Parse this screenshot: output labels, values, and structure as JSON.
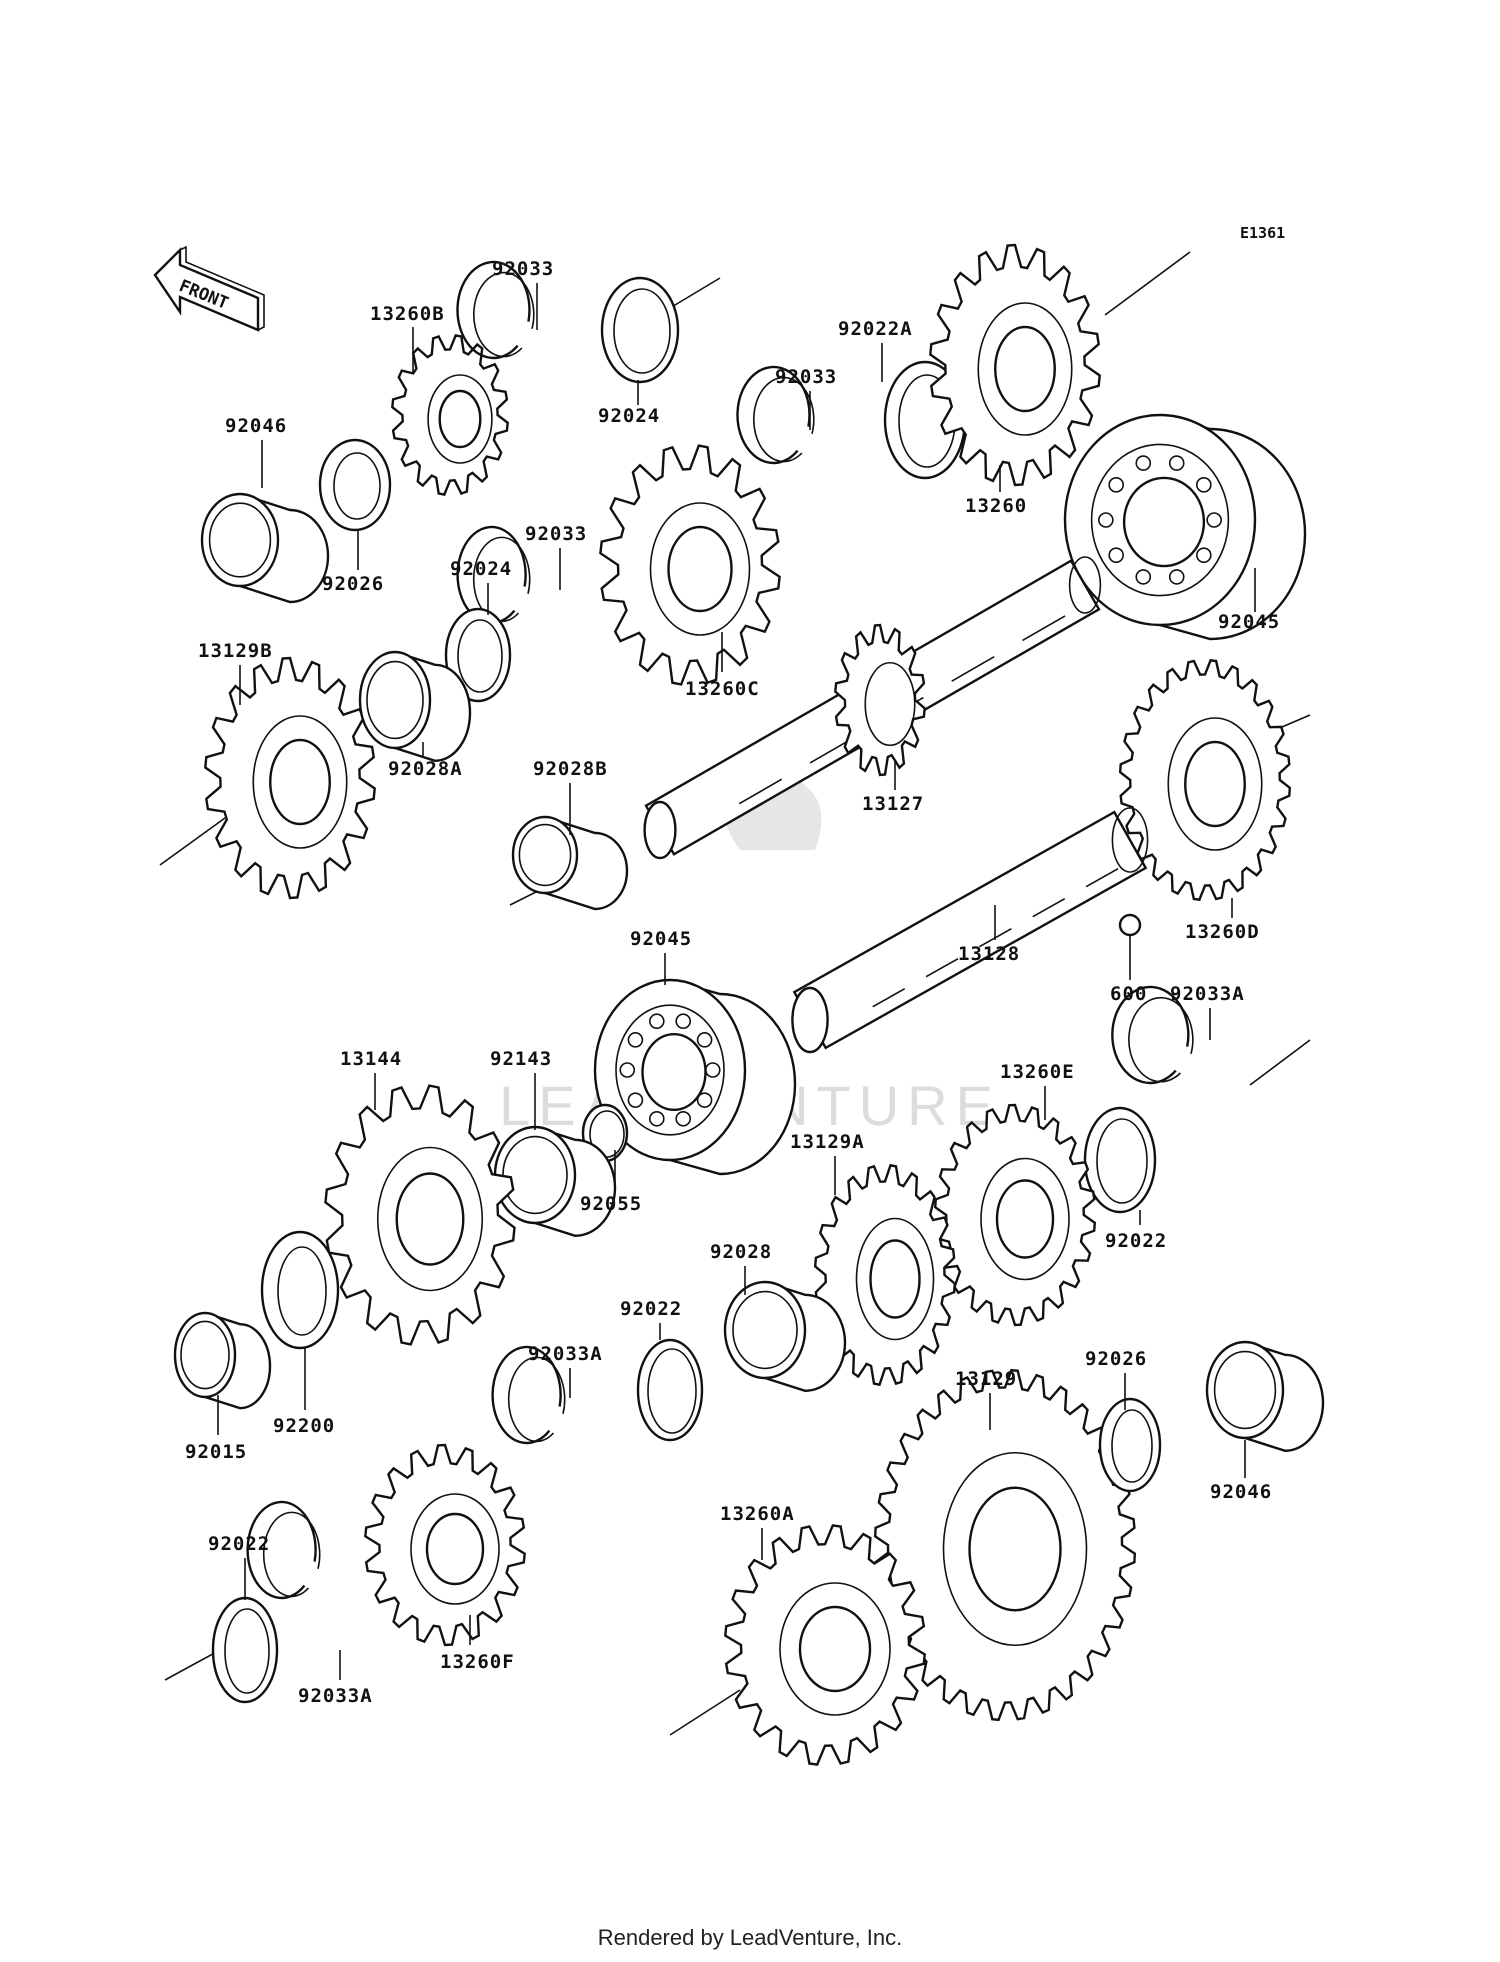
{
  "diagram_code": "E1361",
  "front_arrow_text": "FRONT",
  "watermark_text": "LEADVENTURE",
  "footer": "Rendered by LeadVenture, Inc.",
  "callouts": [
    {
      "id": "c1",
      "text": "92033"
    },
    {
      "id": "c2",
      "text": "13260B"
    },
    {
      "id": "c3",
      "text": "92024"
    },
    {
      "id": "c4",
      "text": "92022A"
    },
    {
      "id": "c5",
      "text": "92033"
    },
    {
      "id": "c6",
      "text": "92046"
    },
    {
      "id": "c7",
      "text": "13260"
    },
    {
      "id": "c8",
      "text": "92026"
    },
    {
      "id": "c9",
      "text": "92033"
    },
    {
      "id": "c10",
      "text": "92024"
    },
    {
      "id": "c11",
      "text": "92045"
    },
    {
      "id": "c12",
      "text": "13129B"
    },
    {
      "id": "c13",
      "text": "13260C"
    },
    {
      "id": "c14",
      "text": "92028A"
    },
    {
      "id": "c15",
      "text": "92028B"
    },
    {
      "id": "c16",
      "text": "13127"
    },
    {
      "id": "c17",
      "text": "13260D"
    },
    {
      "id": "c18",
      "text": "92045"
    },
    {
      "id": "c19",
      "text": "13128"
    },
    {
      "id": "c20",
      "text": "600"
    },
    {
      "id": "c21",
      "text": "92033A"
    },
    {
      "id": "c22",
      "text": "13144"
    },
    {
      "id": "c23",
      "text": "92143"
    },
    {
      "id": "c24",
      "text": "13260E"
    },
    {
      "id": "c25",
      "text": "92055"
    },
    {
      "id": "c26",
      "text": "13129A"
    },
    {
      "id": "c27",
      "text": "92028"
    },
    {
      "id": "c28",
      "text": "92022"
    },
    {
      "id": "c29",
      "text": "92022"
    },
    {
      "id": "c30",
      "text": "92033A"
    },
    {
      "id": "c31",
      "text": "13129"
    },
    {
      "id": "c32",
      "text": "92026"
    },
    {
      "id": "c33",
      "text": "92015"
    },
    {
      "id": "c34",
      "text": "92200"
    },
    {
      "id": "c35",
      "text": "92046"
    },
    {
      "id": "c36",
      "text": "13260A"
    },
    {
      "id": "c37",
      "text": "92022"
    },
    {
      "id": "c38",
      "text": "13260F"
    },
    {
      "id": "c39",
      "text": "92033A"
    }
  ]
}
